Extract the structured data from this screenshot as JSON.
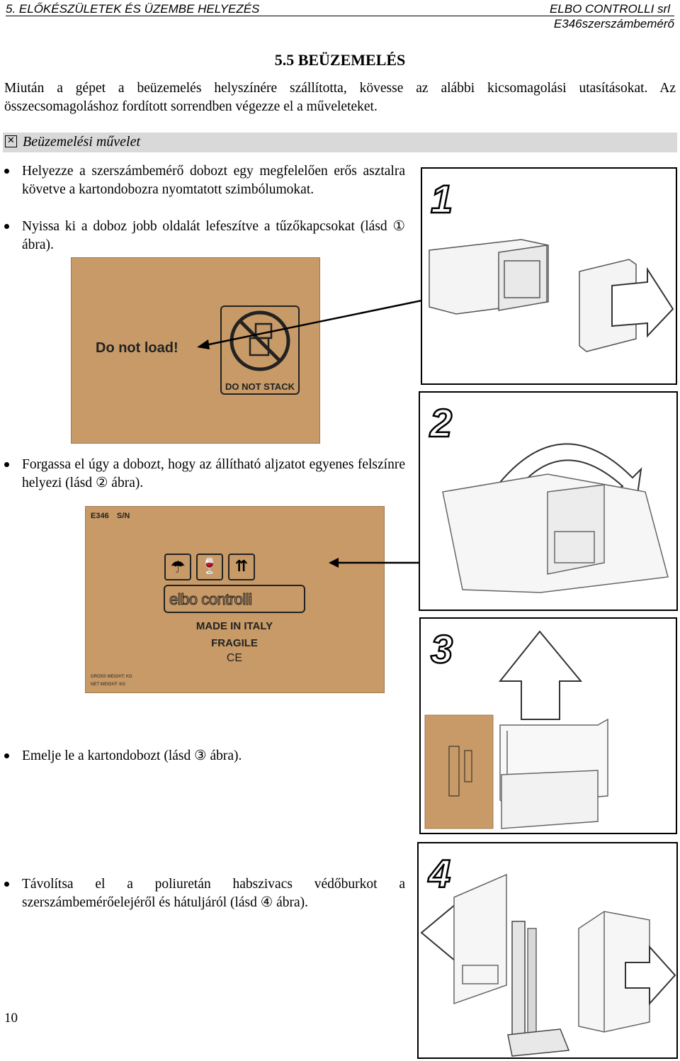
{
  "header": {
    "left": "5. ELŐKÉSZÜLETEK ÉS ÜZEMBE HELYEZÉS",
    "right_top": "ELBO CONTROLLI srl",
    "right_bottom": "E346szerszámbemérő"
  },
  "section_title": "5.5 BEÜZEMELÉS",
  "intro_text": "Miután a gépet a beüzemelés helyszínére szállította, kövesse az alábbi kicsomagolási utasításokat. Az összecsomagoláshoz fordított sorrendben végezze el a műveleteket.",
  "banner": {
    "checkbox_glyph": "✕",
    "label": "Beüzemelési művelet"
  },
  "steps": [
    "Helyezze a szerszámbemérő dobozt egy megfelelően erős asztalra követve a kartondobozra nyomtatott szimbólumokat.",
    "Nyissa ki a doboz jobb oldalát lefeszítve a tűzőkapcsokat (lásd ① ábra).",
    "Forgassa el úgy a dobozt, hogy az állítható aljzatot egyenes felszínre helyezi (lásd ② ábra).",
    "Emelje le a kartondobozt (lásd ③ ábra).",
    "Távolítsa el a poliuretán habszivacs védőburkot a szerszámbemérőelejéről és hátuljáról (lásd ④ ábra)."
  ],
  "box_side_1": {
    "do_not_load": "Do not load!",
    "do_not_stack": "DO NOT STACK"
  },
  "box_side_2": {
    "model": "E346",
    "serial": "S/N",
    "brand": "elbo controlli",
    "made_in": "MADE IN ITALY",
    "fragile": "FRAGILE",
    "ce": "CE",
    "gross_weight": "GROSS WEIGHT: KG",
    "net_weight": "NET WEIGHT: KG"
  },
  "figures": [
    "1",
    "2",
    "3",
    "4"
  ],
  "page_number": "10",
  "colors": {
    "cardboard": "#c79a67",
    "banner": "#d9d9d9"
  }
}
